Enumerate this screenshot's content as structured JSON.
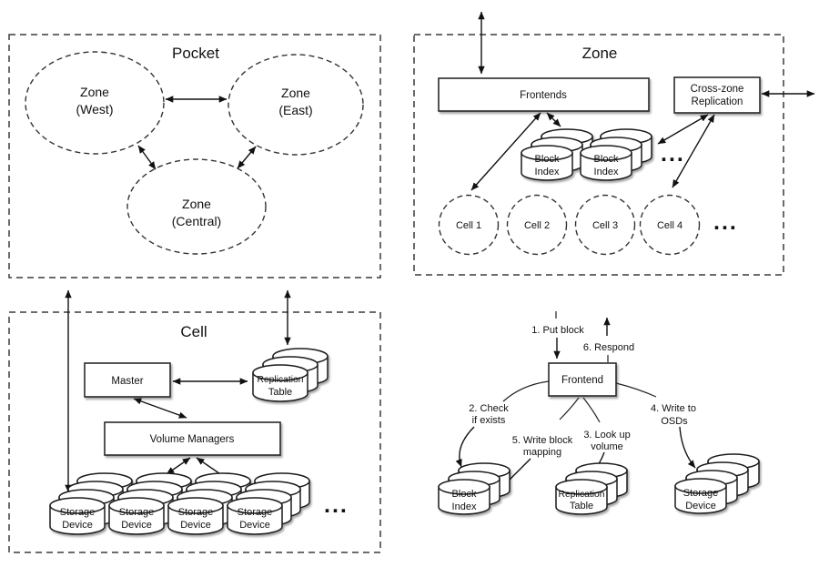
{
  "panels": {
    "pocket": {
      "title": "Pocket",
      "zones": [
        {
          "line1": "Zone",
          "line2": "(West)"
        },
        {
          "line1": "Zone",
          "line2": "(East)"
        },
        {
          "line1": "Zone",
          "line2": "(Central)"
        }
      ]
    },
    "zone": {
      "title": "Zone",
      "frontends": "Frontends",
      "cross_zone": {
        "line1": "Cross-zone",
        "line2": "Replication"
      },
      "block_index": {
        "line1": "Block",
        "line2": "Index"
      },
      "cells": [
        "Cell 1",
        "Cell 2",
        "Cell 3",
        "Cell 4"
      ],
      "more_disks": "...",
      "more_cells": "..."
    },
    "cell": {
      "title": "Cell",
      "master": "Master",
      "replication_table": {
        "line1": "Replication",
        "line2": "Table"
      },
      "volume_managers": "Volume Managers",
      "storage_device": {
        "line1": "Storage",
        "line2": "Device"
      },
      "more_devices": "..."
    },
    "flow": {
      "frontend": "Frontend",
      "steps": {
        "put_block": "1. Put block",
        "check": {
          "line1": "2. Check",
          "line2": "if exists"
        },
        "lookup": {
          "line1": "3. Look up",
          "line2": "volume"
        },
        "write_osds": {
          "line1": "4. Write to",
          "line2": "OSDs"
        },
        "write_mapping": {
          "line1": "5. Write block",
          "line2": "mapping"
        },
        "respond": "6. Respond"
      },
      "block_index": {
        "line1": "Block",
        "line2": "Index"
      },
      "replication_table": {
        "line1": "Replication",
        "line2": "Table"
      },
      "storage_device": {
        "line1": "Storage",
        "line2": "Device"
      }
    }
  },
  "colors": {
    "line": "#111111",
    "background": "#ffffff"
  }
}
